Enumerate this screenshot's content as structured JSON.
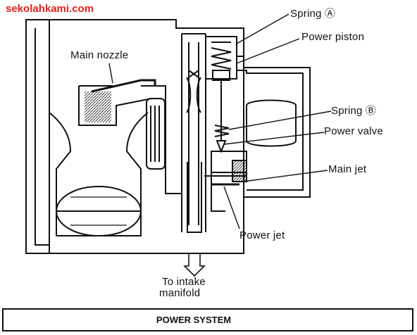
{
  "watermark": "sekolahkami.com",
  "labels": {
    "spring_a": "Spring Ⓐ",
    "power_piston": "Power piston",
    "main_nozzle": "Main nozzle",
    "spring_b": "Spring Ⓑ",
    "power_valve": "Power valve",
    "main_jet": "Main jet",
    "power_jet": "Power jet",
    "intake_line1": "To intake",
    "intake_line2": "manifold"
  },
  "caption": "POWER SYSTEM",
  "colors": {
    "ink": "#111111",
    "watermark": "#e0201a"
  }
}
